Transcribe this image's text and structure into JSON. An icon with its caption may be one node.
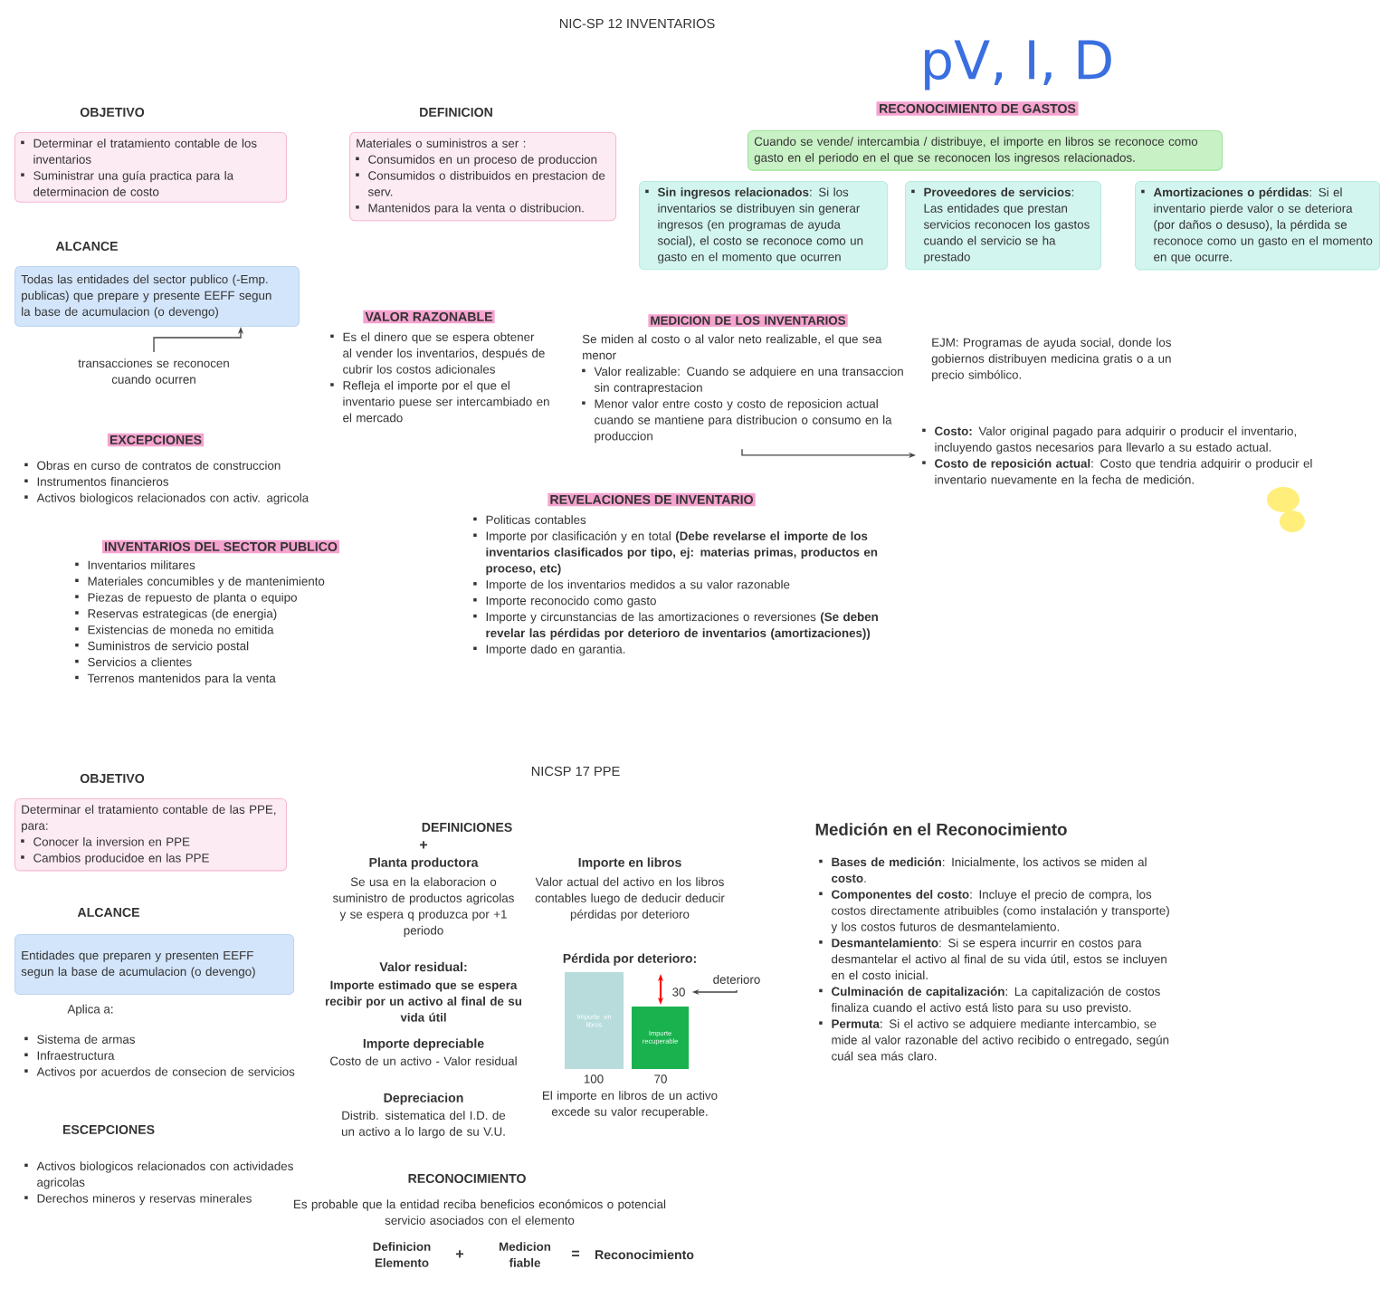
{
  "diagram": {
    "nodes": [
      {
        "text": [
          "OBJETIVO",
          "Determinar el tratamiento contable de los inventarios",
          "Suministrar una guía practica para la determinacion de costo"
        ]
      },
      {
        "text": [
          "DEFINICION",
          "Materiales o suministros a ser :",
          "Consumidos en un proceso de produccion",
          "Consumidos o distribuidos en prestacion de serv.",
          "Mantenidos para la venta o distribucion."
        ]
      },
      {
        "text": [
          "RECONOCIMIENTO DE GASTOS",
          "Cuando se vende/ intercambia / distribuye, el importe en libros se reconoce como gasto en el periodo en el que se reconocen los ingresos relacionados."
        ]
      },
      {
        "text": [
          "**Sin ingresos relacionados**: Si los inventarios se distribuyen sin generar ingresos (en programas de ayuda social), el costo se reconoce como un gasto en el momento que ocurren"
        ]
      },
      {
        "text": [
          "**Proveedores de servicios**: Las entidades que prestan servicios reconocen los gastos cuando el servicio se ha prestado"
        ]
      },
      {
        "text": [
          "**Amortizaciones o pérdidas**: Si el inventario pierde valor o se deteriora (por daños o desuso), la pérdida se reconoce como un gasto en el momento en que ocurre."
        ]
      },
      {
        "text": [
          "ALCANCE",
          "Todas las entidades del sector publico (-Emp. publicas) que prepare y presente EEFF segun la base de acumulacion (o devengo)"
        ]
      },
      {
        "text": [
          "transacciones se reconocen cuando ocurren"
        ]
      },
      {
        "text": [
          "MEDICION DE LOS INVENTARIOS",
          "Se miden al costo o al valor neto realizable, el que sea menor",
          "Valor realizable: Cuando se adquiere en una transaccion sin contraprestacion",
          "Menor valor entre costo y costo de reposicion actual cuando se mantiene para distribucion o consumo en la produccion"
        ]
      },
      {
        "text": [
          "**Costo:** Valor original pagado para adquirir o producir el inventario, incluyendo gastos necesarios para llevarlo a su estado actual.",
          "**Costo de reposición actual**: Costo que tendria adquirir o producir el inventario nuevamente en la fecha de medición."
        ]
      },
      {
        "text": [
          "OBJETIVO",
          "Determinar el tratamiento contable de las PPE, para:",
          "Conocer la inversion en PPE",
          "Cambios producidoe en las PPE"
        ]
      },
      {
        "text": [
          "ALCANCE",
          "Entidades que preparen y presenten EEFF segun la base de acumulacion (o devengo)"
        ]
      },
      {
        "text": [
          "Importe en libros"
        ]
      },
      {
        "text": [
          "Importe recuperable"
        ]
      },
      {
        "text": [
          "30"
        ]
      },
      {
        "text": [
          "deterioro"
        ]
      }
    ],
    "edges": [
      {
        "from": 7,
        "to": 6,
        "arrow": "to"
      },
      {
        "from": 8,
        "to": 9,
        "arrow": "to"
      },
      {
        "from": 15,
        "to": 14,
        "arrow": "to"
      }
    ],
    "labels": [
      "NIC-SP 12 INVENTARIOS",
      "pV, I, D",
      "VALOR RAZONABLE",
      "Es el dinero que se espera obtener al vender los inventarios, después de cubrir los costos adicionales",
      "Refleja el importe por el que el inventario puese ser intercambiado en el mercado",
      "EXCEPCIONES",
      "Obras en curso de contratos de construccion",
      "Instrumentos financieros",
      "Activos biologicos relacionados con activ. agricola",
      "EJM: Programas de ayuda social, donde los gobiernos distribuyen medicina gratis o a un precio simbólico.",
      "REVELACIONES DE INVENTARIO",
      "Politicas contables",
      "Importe por clasificación y en total **(Debe revelarse el importe de los inventarios clasificados por tipo, ej: materias primas, productos en proceso, etc)**",
      "Importe de los inventarios medidos a su valor razonable",
      "Importe reconocido como gasto",
      "Importe y circunstancias de las amortizaciones o reversiones **(Se deben revelar las pérdidas por deterioro de inventarios (amortizaciones))**",
      "Importe dado en garantia.",
      "INVENTARIOS DEL SECTOR PUBLICO",
      "Inventarios militares",
      "Materiales concumibles y de mantenimiento",
      "Piezas de repuesto de planta o equipo",
      "Reservas estrategicas (de energia)",
      "Existencias de moneda no emitida",
      "Suministros de servicio postal",
      "Servicios a clientes",
      "Terrenos mantenidos para la venta",
      "NICSP 17 PPE",
      "DEFINICIONES",
      "+",
      "Planta productora",
      "Se usa en la elaboracion o suministro de productos agricolas y se espera q produzca por +1 periodo",
      "Valor residual:",
      "Importe estimado que se espera recibir por un activo al final de su vida útil",
      "Importe depreciable",
      "Costo de un activo - Valor residual",
      "Depreciacion",
      "Distrib. sistematica del I.D. de un activo a lo largo de su V.U.",
      "Importe en libros",
      "Valor actual del activo en los libros contables luego de deducir deducir pérdidas por deterioro",
      "Pérdida por deterioro:",
      "100",
      "70",
      "El importe en libros de un activo excede su valor recuperable.",
      "Aplica a:",
      "Sistema de armas",
      "Infraestructura",
      "Activos por acuerdos de consecion de servicios",
      "ESCEPCIONES",
      "Activos biologicos relacionados con actividades agricolas",
      "Derechos mineros y reservas minerales",
      "RECONOCIMIENTO",
      "Es probable que la entidad reciba beneficios económicos o potencial servicio asociados con el elemento",
      "Definicion Elemento",
      "+",
      "Medicion fiable",
      "=",
      "Reconocimiento",
      "Medición en el Reconocimiento",
      "**Bases de medición**: Inicialmente, los activos se miden al **costo**.",
      "**Componentes del costo**: Incluye el precio de compra, los costos directamente atribuibles (como instalación y transporte) y los costos futuros de desmantelamiento.",
      "**Desmantelamiento**: Si se espera incurrir en costos para desmantelar el activo al final de su vida útil, estos se incluyen en el costo inicial.",
      "**Culminación de capitalización**: La capitalización de costos finaliza cuando el activo está listo para su uso previsto.",
      "**Permuta**: Si el activo se adquiere mediante intercambio, se mide al valor razonable del activo recibido o entregado, según cuál sea más claro."
    ]
  }
}
